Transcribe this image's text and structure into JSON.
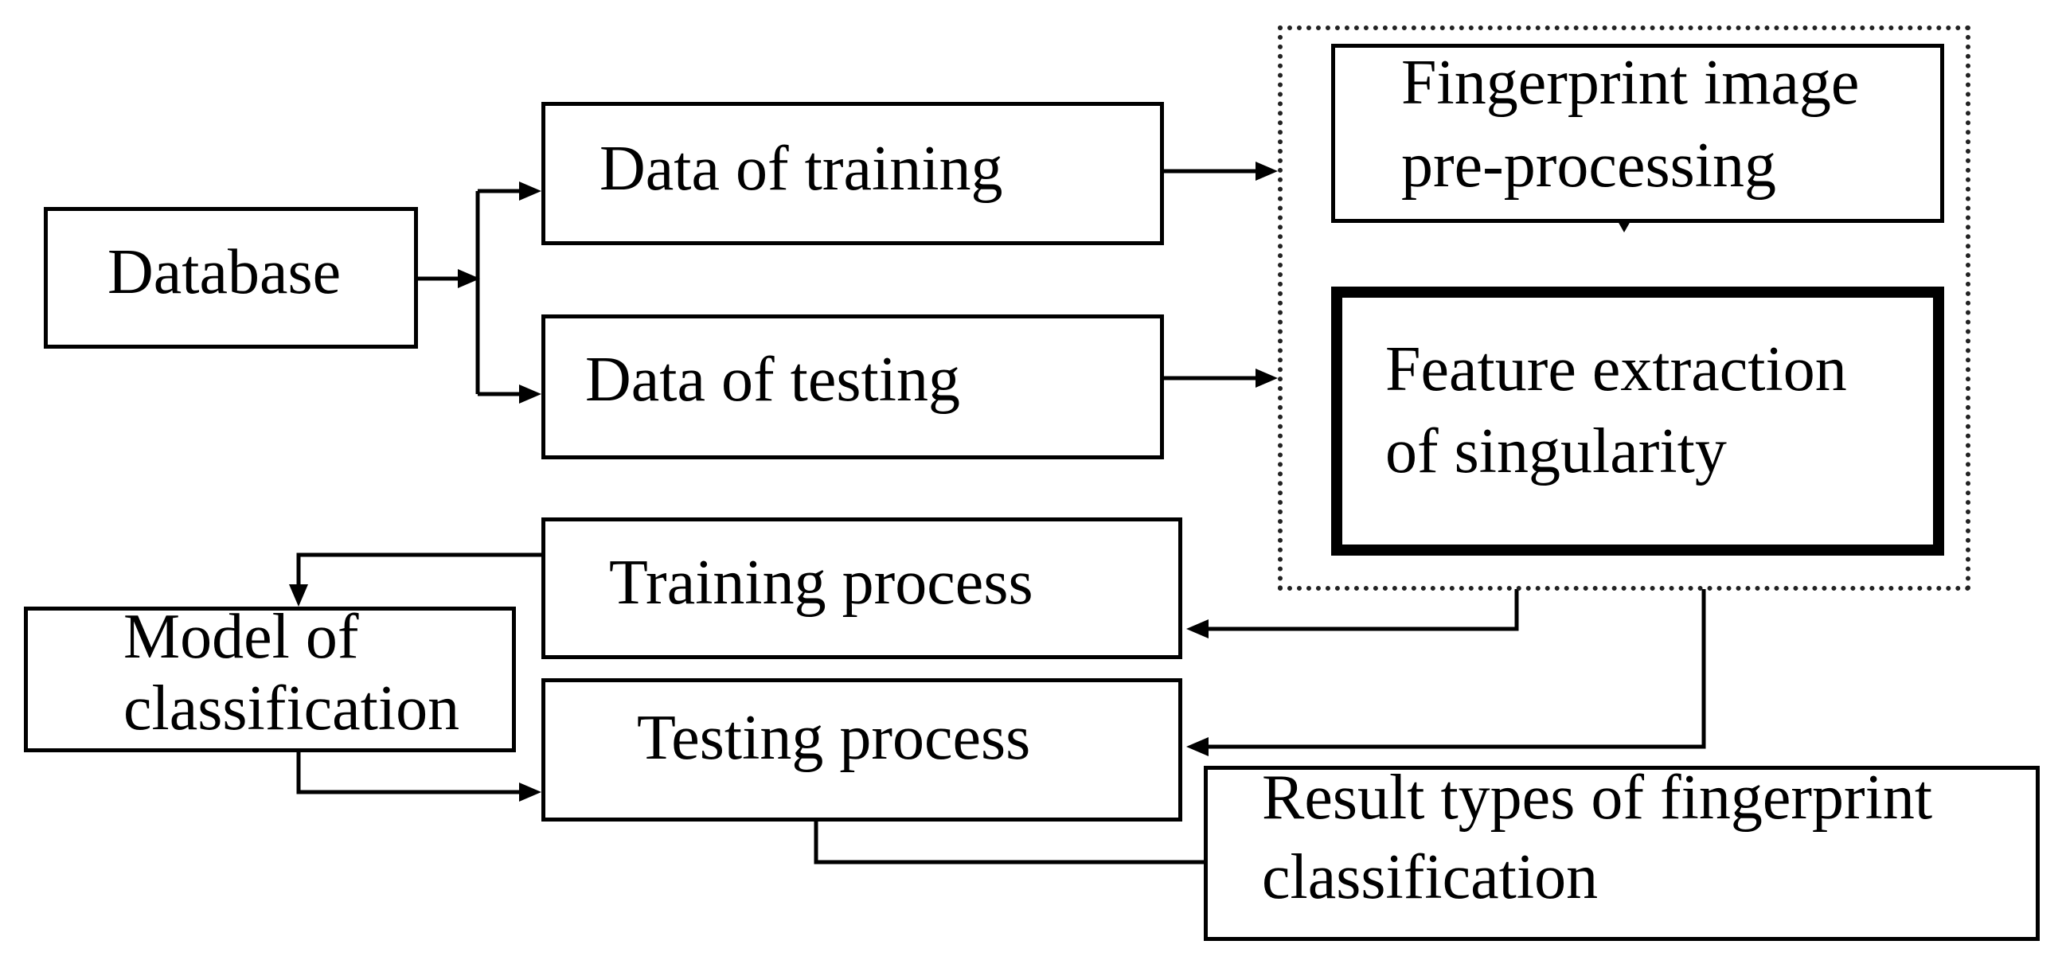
{
  "nodes": {
    "database": {
      "label": "Database"
    },
    "data_training": {
      "label": "Data of training"
    },
    "data_testing": {
      "label": "Data of testing"
    },
    "preprocessing": {
      "line1": "Fingerprint image",
      "line2": "pre-processing"
    },
    "feature_extraction": {
      "line1": "Feature extraction",
      "line2": "of singularity"
    },
    "training_process": {
      "label": "Training process"
    },
    "model_classification": {
      "line1": "Model of",
      "line2": "classification"
    },
    "testing_process": {
      "label": "Testing process"
    },
    "result_types": {
      "line1": "Result types of fingerprint",
      "line2": "classification"
    }
  }
}
